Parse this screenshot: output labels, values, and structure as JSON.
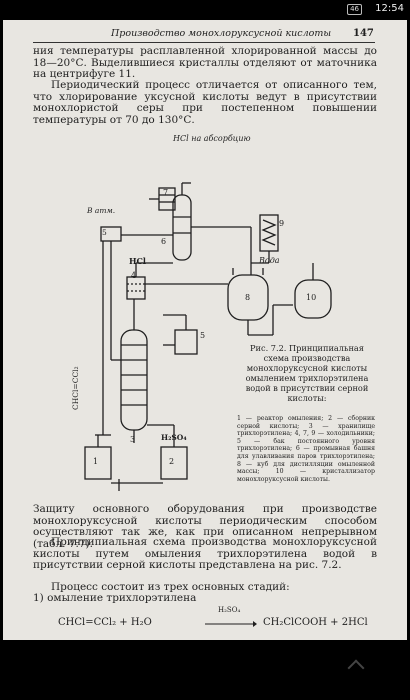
{
  "status_bar": {
    "battery": "46",
    "time": "12:54"
  },
  "header": {
    "running_title": "Производство монохлоруксусной кислоты",
    "page_number": "147"
  },
  "paragraphs": {
    "p1": "ния температуры расплавленной хлорированной массы до 18—20°С. Выделившиеся кристаллы отделяют от маточника на центрифуге 11.",
    "p2": "Периодический процесс отличается от описанного тем, что хлорирование уксусной кислоты ведут в присутствии монохлористой серы при постепенном повышении температуры от 70 до 130°С.",
    "p3": "Защиту основного оборудования при производстве монохлоруксусной кислоты периодическим способом осуществляют так же, как при описанном непрерывном (табл. 7.7).",
    "p4": "Принципиальная схема производства монохлоруксусной кислоты путем омыления трихлорэтилена водой в присутствии серной кислоты представлена на рис. 7.2.",
    "p5": "Процесс состоит из трех основных стадий:",
    "p6": "1) омыление трихлорэтилена"
  },
  "equation": {
    "lhs": "CHCl=CCl₂ + H₂O",
    "catalyst": "H₂SO₄",
    "rhs": "CH₂ClCOOH + 2HCl"
  },
  "figure": {
    "labels": {
      "hcl_absorber": "HCl на абсорбцию",
      "to_atm": "В атм.",
      "hcl": "HCl",
      "water": "Вода",
      "chcl_ccl2": "CHCl=CCl₂",
      "h2so4": "H₂SO₄"
    },
    "numbers": [
      "1",
      "2",
      "3",
      "4",
      "5",
      "5",
      "6",
      "7",
      "8",
      "9",
      "10"
    ],
    "caption": "Рис. 7.2. Принципиальная схема производства монохлоруксусной кислоты омылением трихлорэтилена водой в присутствии серной кислоты:",
    "legend": "1 — реактор омыления; 2 — сборник серной кислоты; 3 — хранилище трихлорэтилена; 4, 7, 9 — холодильники; 5 — бак постоянного уровня трихлорэтилена; 6 — промывная башня для улавливания паров трихлорэтилена; 8 — куб для дистилляции омыленной массы; 10 — кристаллизатор монохлоруксусной кислоты."
  }
}
